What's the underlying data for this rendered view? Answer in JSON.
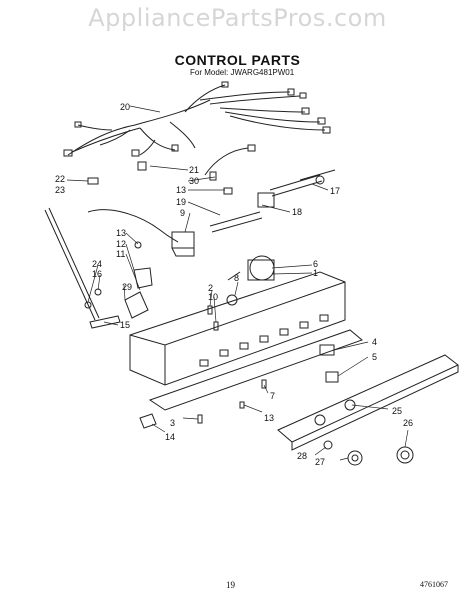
{
  "watermark": "AppliancePartsPros.com",
  "title": "CONTROL PARTS",
  "subtitle": "For Model: JWARG481PW01",
  "page_number": "19",
  "document_number": "4761067",
  "callouts": {
    "c20": "20",
    "c21": "21",
    "c30": "30",
    "c22": "22",
    "c23": "23",
    "c13a": "13",
    "c17": "17",
    "c19": "19",
    "c9": "9",
    "c18": "18",
    "c13b": "13",
    "c12": "12",
    "c11": "11",
    "c24": "24",
    "c16": "16",
    "c29": "29",
    "c15": "15",
    "c8": "8",
    "c6": "6",
    "c1": "1",
    "c2": "2",
    "c10": "10",
    "c4": "4",
    "c5": "5",
    "c7": "7",
    "c13c": "13",
    "c3": "3",
    "c14": "14",
    "c25": "25",
    "c26": "26",
    "c28": "28",
    "c27": "27"
  }
}
